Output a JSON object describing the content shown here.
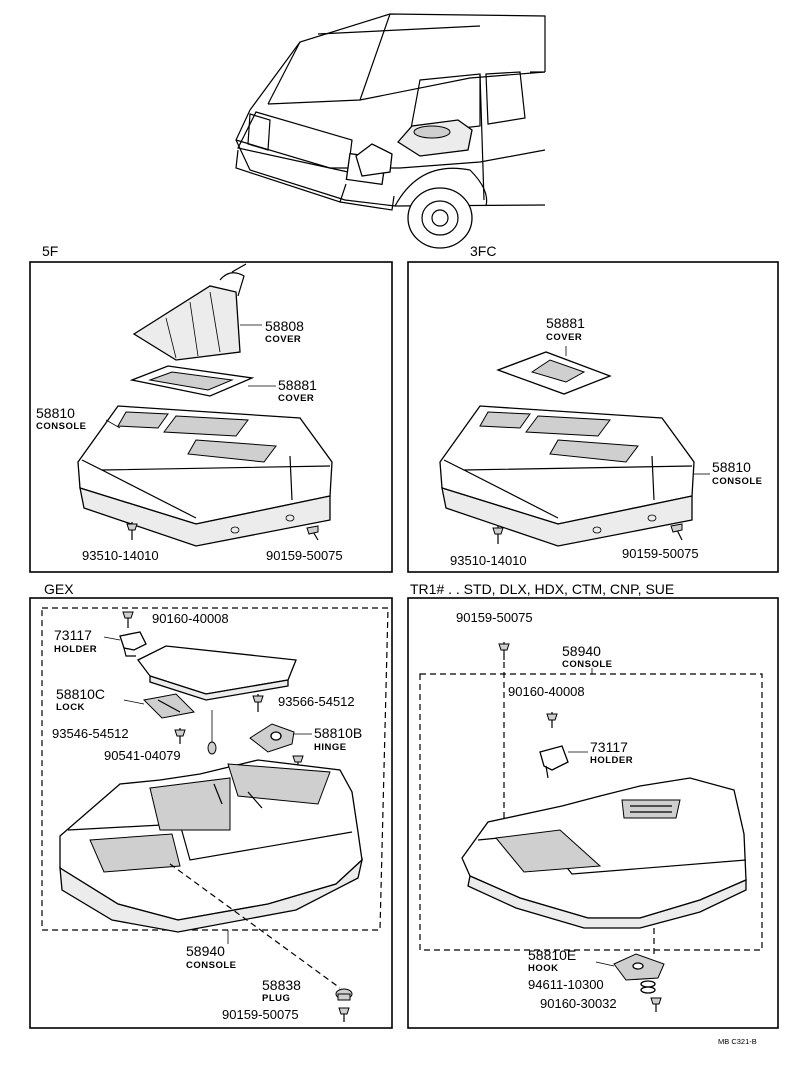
{
  "sections": {
    "5f": "5F",
    "3fc": "3FC",
    "gex": "GEX",
    "tr1": "TR1# . . STD, DLX, HDX, CTM, CNP, SUE"
  },
  "panel_5f": {
    "cover_boot_no": "58808",
    "cover_boot_name": "COVER",
    "cover_no": "58881",
    "cover_name": "COVER",
    "console_no": "58810",
    "console_name": "CONSOLE",
    "screw_left": "93510-14010",
    "screw_right": "90159-50075"
  },
  "panel_3fc": {
    "cover_no": "58881",
    "cover_name": "COVER",
    "console_no": "58810",
    "console_name": "CONSOLE",
    "screw_left": "93510-14010",
    "screw_right": "90159-50075"
  },
  "panel_gex": {
    "screw_top": "90160-40008",
    "holder_no": "73117",
    "holder_name": "HOLDER",
    "lock_no": "58810C",
    "lock_name": "LOCK",
    "screw_lock": "93546-54512",
    "cushion": "90541-04079",
    "screw_hinge": "93566-54512",
    "hinge_no": "58810B",
    "hinge_name": "HINGE",
    "console_no": "58940",
    "console_name": "CONSOLE",
    "plug_no": "58838",
    "plug_name": "PLUG",
    "screw_plug": "90159-50075"
  },
  "panel_tr1": {
    "screw_top": "90159-50075",
    "console_no": "58940",
    "console_name": "CONSOLE",
    "screw_holder": "90160-40008",
    "holder_no": "73117",
    "holder_name": "HOLDER",
    "hook_no": "58810E",
    "hook_name": "HOOK",
    "clip": "94611-10300",
    "screw_bottom": "90160-30032"
  },
  "figure_code": "MB C321-B"
}
